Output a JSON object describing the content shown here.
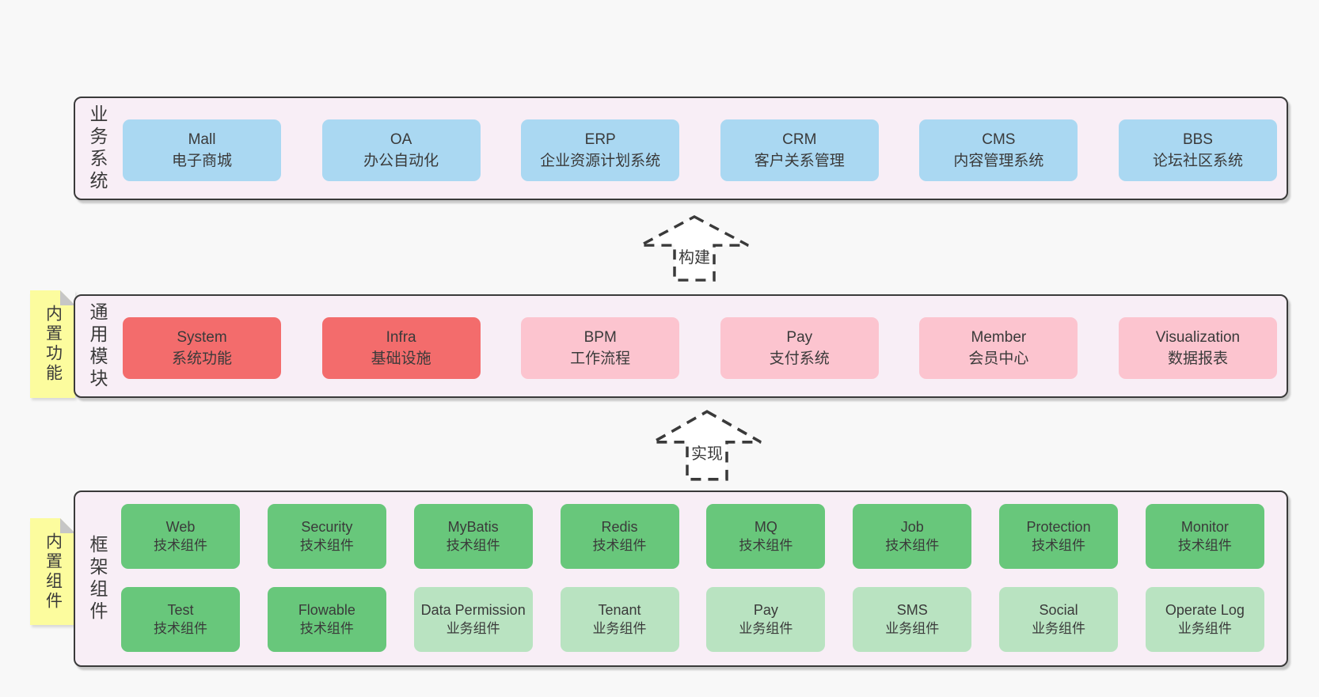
{
  "colors": {
    "page_background": "#f8f8f8",
    "panel_background": "#f8eef6",
    "panel_border": "#3a3a3a",
    "box_blue": "#aad8f2",
    "box_red": "#f36c6c",
    "box_pink": "#fcc4cf",
    "box_green": "#68c77b",
    "box_green_light": "#b9e3c1",
    "sticky_note": "#fcfc9e",
    "note_fold": "#c6c6c6",
    "text": "#3a3a3a"
  },
  "business_layer": {
    "label": "业务系统",
    "boxes": [
      {
        "title": "Mall",
        "subtitle": "电子商城",
        "variant": "blue"
      },
      {
        "title": "OA",
        "subtitle": "办公自动化",
        "variant": "blue"
      },
      {
        "title": "ERP",
        "subtitle": "企业资源计划系统",
        "variant": "blue"
      },
      {
        "title": "CRM",
        "subtitle": "客户关系管理",
        "variant": "blue"
      },
      {
        "title": "CMS",
        "subtitle": "内容管理系统",
        "variant": "blue"
      },
      {
        "title": "BBS",
        "subtitle": "论坛社区系统",
        "variant": "blue"
      }
    ]
  },
  "arrow_build": {
    "label": "构建"
  },
  "common_layer": {
    "note": "内置功能",
    "label": "通用模块",
    "boxes": [
      {
        "title": "System",
        "subtitle": "系统功能",
        "variant": "red"
      },
      {
        "title": "Infra",
        "subtitle": "基础设施",
        "variant": "red"
      },
      {
        "title": "BPM",
        "subtitle": "工作流程",
        "variant": "pink"
      },
      {
        "title": "Pay",
        "subtitle": "支付系统",
        "variant": "pink"
      },
      {
        "title": "Member",
        "subtitle": "会员中心",
        "variant": "pink"
      },
      {
        "title": "Visualization",
        "subtitle": "数据报表",
        "variant": "pink"
      }
    ]
  },
  "arrow_implement": {
    "label": "实现"
  },
  "framework_layer": {
    "note": "内置组件",
    "label": "框架组件",
    "rows": [
      [
        {
          "title": "Web",
          "subtitle": "技术组件",
          "variant": "green"
        },
        {
          "title": "Security",
          "subtitle": "技术组件",
          "variant": "green"
        },
        {
          "title": "MyBatis",
          "subtitle": "技术组件",
          "variant": "green"
        },
        {
          "title": "Redis",
          "subtitle": "技术组件",
          "variant": "green"
        },
        {
          "title": "MQ",
          "subtitle": "技术组件",
          "variant": "green"
        },
        {
          "title": "Job",
          "subtitle": "技术组件",
          "variant": "green"
        },
        {
          "title": "Protection",
          "subtitle": "技术组件",
          "variant": "green"
        },
        {
          "title": "Monitor",
          "subtitle": "技术组件",
          "variant": "green"
        }
      ],
      [
        {
          "title": "Test",
          "subtitle": "技术组件",
          "variant": "green"
        },
        {
          "title": "Flowable",
          "subtitle": "技术组件",
          "variant": "green"
        },
        {
          "title": "Data Permission",
          "subtitle": "业务组件",
          "variant": "green-light"
        },
        {
          "title": "Tenant",
          "subtitle": "业务组件",
          "variant": "green-light"
        },
        {
          "title": "Pay",
          "subtitle": "业务组件",
          "variant": "green-light"
        },
        {
          "title": "SMS",
          "subtitle": "业务组件",
          "variant": "green-light"
        },
        {
          "title": "Social",
          "subtitle": "业务组件",
          "variant": "green-light"
        },
        {
          "title": "Operate Log",
          "subtitle": "业务组件",
          "variant": "green-light"
        }
      ]
    ]
  }
}
